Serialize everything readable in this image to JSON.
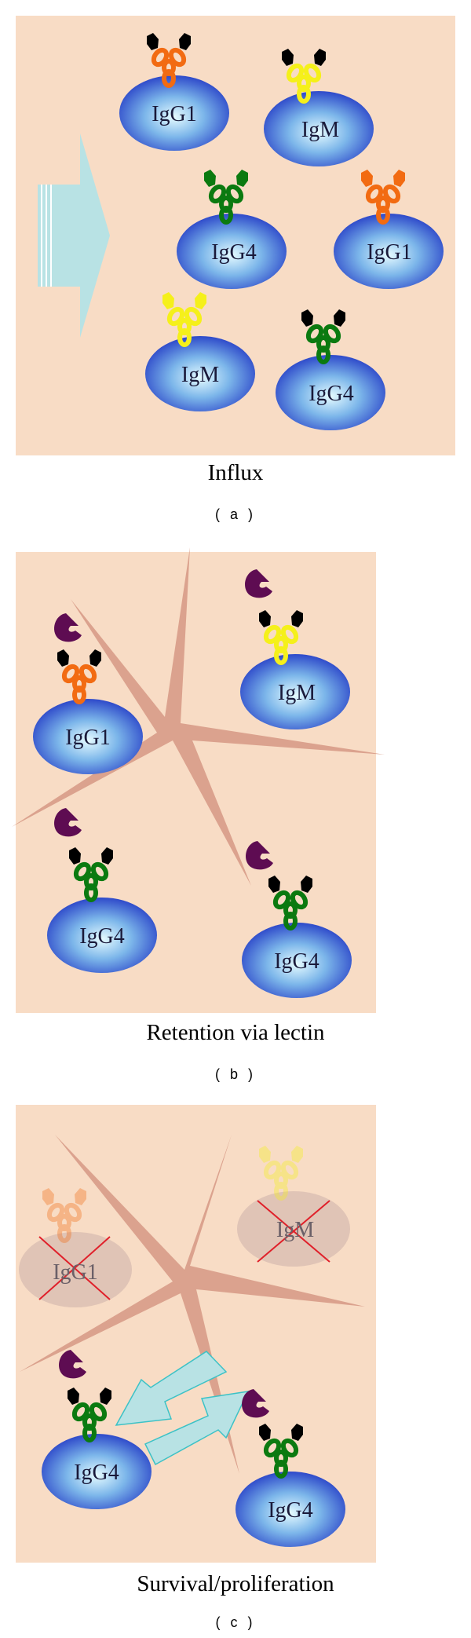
{
  "panels": [
    {
      "caption": "Influx",
      "label": "( a )",
      "cells": [
        "IgG1",
        "IgM",
        "IgG4",
        "IgG1",
        "IgM",
        "IgG4"
      ]
    },
    {
      "caption": "Retention via lectin",
      "label": "( b )",
      "cells": [
        "IgG1",
        "IgM",
        "IgG4",
        "IgG4"
      ]
    },
    {
      "caption": "Survival/proliferation",
      "label": "( c )",
      "cells": [
        "IgG1",
        "IgM",
        "IgG4",
        "IgG4"
      ]
    }
  ],
  "colors": {
    "background_panel": "#f8dcc5",
    "cell_blue": "#2b47c4",
    "igg1_orange": "#f26b12",
    "igm_yellow": "#f5f01a",
    "igg4_green": "#0b7a10",
    "lectin_purple": "#5e0c52",
    "stromal_tan": "#dba28e",
    "arrow_cyan": "#b8e2e4",
    "cross_red": "#e0202a"
  },
  "icons": {
    "igg1": "antibody-orange-icon",
    "igm": "antibody-yellow-icon",
    "igg4": "antibody-green-icon",
    "lectin": "lectin-icon",
    "stromal": "stromal-cell-icon",
    "influx": "influx-arrow-icon",
    "proliferation": "proliferation-arrow-icon",
    "death": "red-cross-icon"
  }
}
